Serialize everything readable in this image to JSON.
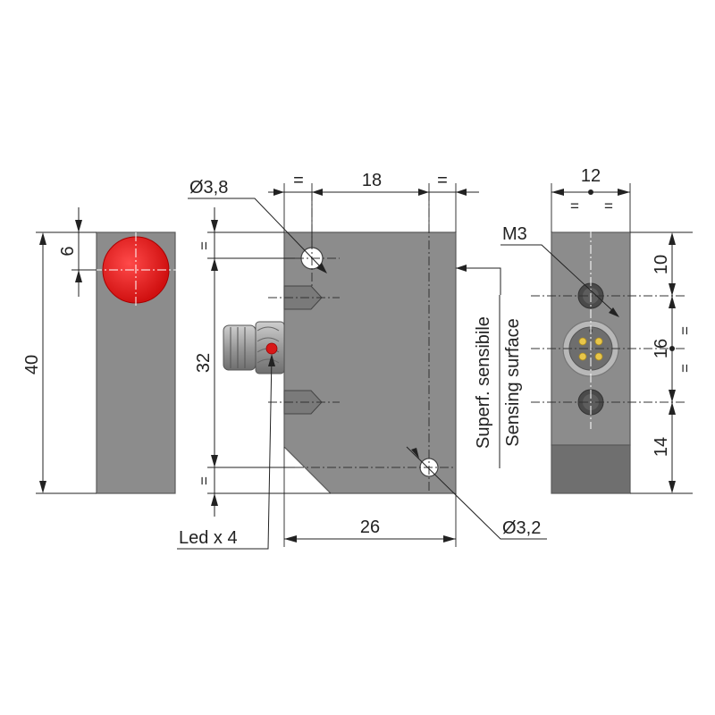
{
  "dimensions": {
    "front_width": "12",
    "front_equal_left": "=",
    "front_equal_right": "=",
    "front_top": "10",
    "front_middle": "16",
    "front_middle_eq_top": "=",
    "front_middle_eq_bottom": "=",
    "front_bottom": "14",
    "thread": "M3",
    "side_height": "40",
    "led_window": "6",
    "main_height": "32",
    "main_eq_top": "=",
    "main_eq_bottom": "=",
    "hole_spacing": "18",
    "top_eq_left": "=",
    "top_eq_right": "=",
    "hole_large": "Ø3,8",
    "hole_small": "Ø3,2",
    "main_width": "26",
    "led": "Led x 4"
  },
  "sensing_surface": {
    "italian": "Superf. sensibile",
    "english": "Sensing surface"
  },
  "colors": {
    "body": "#8c8c8c",
    "body_dark": "#6f6f6f",
    "led_red": "#e02020",
    "connector_gold": "#e8c64a"
  }
}
